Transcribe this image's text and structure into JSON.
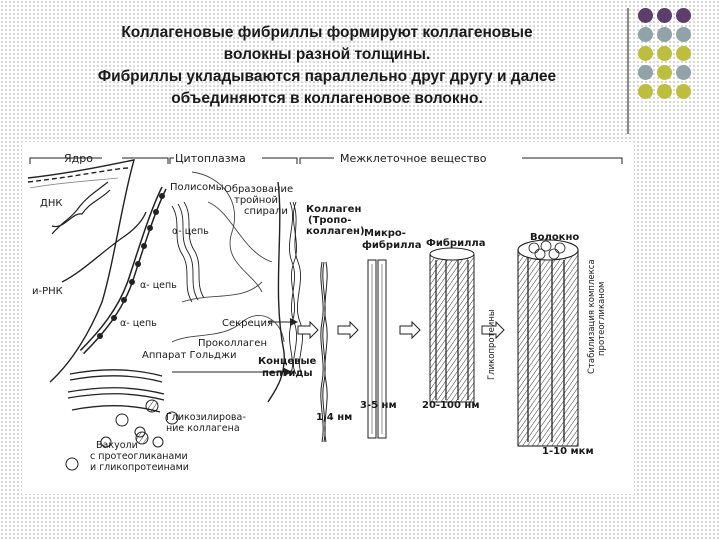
{
  "slide": {
    "title_lines": [
      "Коллагеновые фибриллы формируют коллагеновые",
      "волокны разной толщины.",
      "Фибриллы укладываются параллельно друг другу и далее",
      "объединяются в коллагеновое волокно."
    ]
  },
  "decoration": {
    "dot_colors": [
      "#5c3d6b",
      "#8fa3a8",
      "#bdbf3b"
    ]
  },
  "diagram": {
    "headers": {
      "nucleus": "Ядро",
      "cytoplasm": "Цитоплазма",
      "intercellular": "Межклеточное вещество"
    },
    "labels": {
      "dna": "ДНК",
      "mrna": "и-РНК",
      "polysomes": "Полисомы",
      "triple_helix_1": "Образование",
      "triple_helix_2": "тройной",
      "triple_helix_3": "спирали",
      "alpha_chain_1": "α- цепь",
      "alpha_chain_2": "α- цепь",
      "alpha_chain_3": "α- цепь",
      "secretion": "Секреция",
      "procollagen": "Проколлаген",
      "golgi": "Аппарат Гольджи",
      "glyco_1": "Гликозилирова-",
      "glyco_2": "ние коллагена",
      "vacuoles_1": "Вакуоли",
      "vacuoles_2": "с протеогликанами",
      "vacuoles_3": "и гликопротеинами",
      "end_peptides_1": "Концевые",
      "end_peptides_2": "пептиды",
      "tropocollagen_1": "Коллаген",
      "tropocollagen_2": "(Тропо-",
      "tropocollagen_3": "коллаген)",
      "microfibril_1": "Микро-",
      "microfibril_2": "фибрилла",
      "fibril": "Фибрилла",
      "fiber": "Волокно",
      "glycoproteins": "Гликопротеины",
      "stabilizing_1": "Стабилизация комплекса",
      "stabilizing_2": "протеогликаном",
      "size_1": "1,4 нм",
      "size_2": "3-5 нм",
      "size_3": "20-100 нм",
      "size_4": "1-10 мкм"
    }
  }
}
